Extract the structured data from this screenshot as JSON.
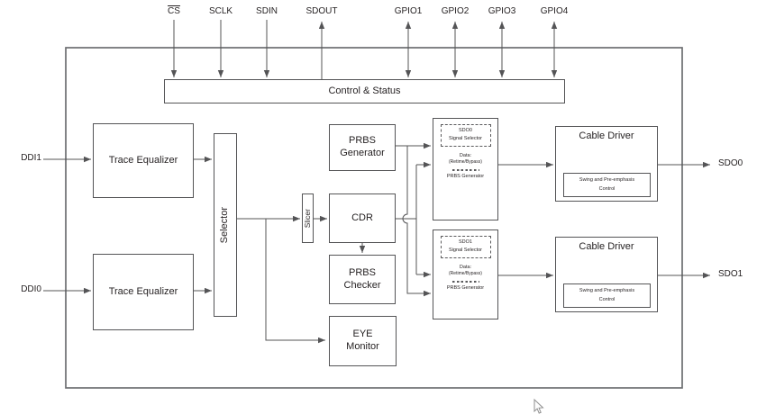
{
  "ports": {
    "top": [
      {
        "label": "CS",
        "overline": true
      },
      {
        "label": "SCLK"
      },
      {
        "label": "SDIN"
      },
      {
        "label": "SDOUT"
      },
      {
        "label": "GPIO1"
      },
      {
        "label": "GPIO2"
      },
      {
        "label": "GPIO3"
      },
      {
        "label": "GPIO4"
      }
    ],
    "left": [
      {
        "label": "DDI1"
      },
      {
        "label": "DDI0"
      }
    ],
    "right": [
      {
        "label": "SDO0"
      },
      {
        "label": "SDO1"
      }
    ]
  },
  "blocks": {
    "control_status": {
      "label": "Control & Status"
    },
    "trace_equalizer_0": {
      "label": "Trace Equalizer"
    },
    "trace_equalizer_1": {
      "label": "Trace Equalizer"
    },
    "selector": {
      "label": "Selector"
    },
    "slicer": {
      "label": "Slicer"
    },
    "prbs_generator": {
      "label": "PRBS Generator"
    },
    "cdr": {
      "label": "CDR"
    },
    "prbs_checker": {
      "label": "PRBS Checker"
    },
    "eye_monitor": {
      "label": "EYE Monitor"
    },
    "signal_selector_0": {
      "name": "SDO0",
      "title": "Signal Selector",
      "data_label": "Data:",
      "data_mode": "(Retime/Bypass)",
      "source": "PRBS Generator"
    },
    "signal_selector_1": {
      "name": "SDO1",
      "title": "Signal Selector",
      "data_label": "Data:",
      "data_mode": "(Retime/Bypass)",
      "source": "PRBS Generator"
    },
    "cable_driver_0": {
      "label": "Cable Driver",
      "control": "Swing and Pre-emphasis Control"
    },
    "cable_driver_1": {
      "label": "Cable Driver",
      "control": "Swing and Pre-emphasis Control"
    }
  },
  "colors": {
    "line": "#545456",
    "outer_border": "#6d6e71",
    "text": "#231f20",
    "background": "#ffffff"
  }
}
